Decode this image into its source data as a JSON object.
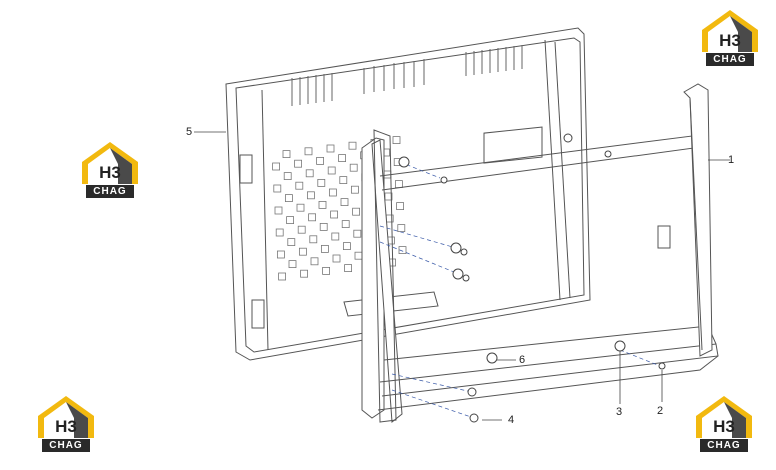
{
  "diagram": {
    "callouts": [
      {
        "id": "1",
        "label": "1"
      },
      {
        "id": "2",
        "label": "2"
      },
      {
        "id": "3",
        "label": "3"
      },
      {
        "id": "4",
        "label": "4"
      },
      {
        "id": "5",
        "label": "5"
      },
      {
        "id": "6",
        "label": "6"
      }
    ]
  },
  "logo": {
    "mark": "H3",
    "brand": "CHAG",
    "colors": {
      "gold": "#f2b90f",
      "dark": "#2a2a2a"
    }
  }
}
